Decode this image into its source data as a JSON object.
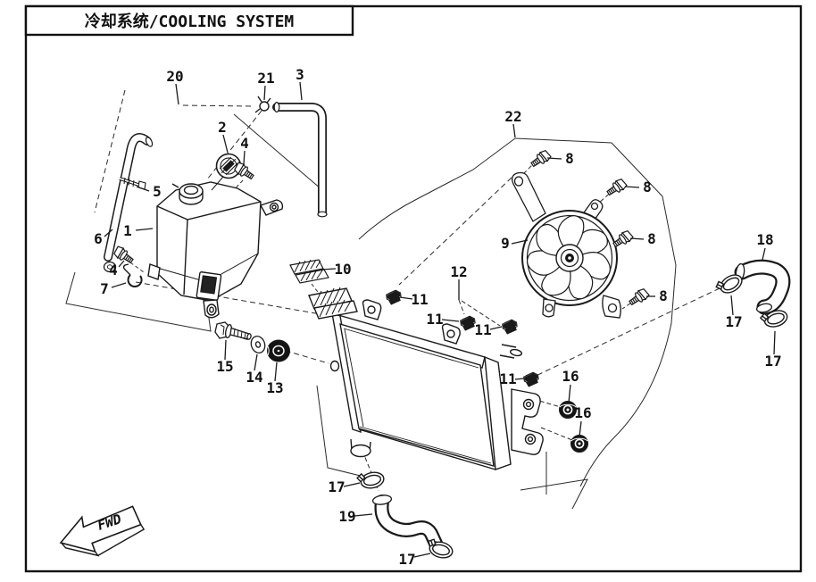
{
  "page": {
    "background": "#ffffff",
    "line_color": "#1a1a1a"
  },
  "title_block": {
    "title": "冷却系统/COOLING SYSTEM"
  },
  "direction_indicator": {
    "label": "FWD"
  },
  "callouts": [
    "20",
    "21",
    "3",
    "2",
    "4",
    "5",
    "1",
    "6",
    "4",
    "7",
    "22",
    "8",
    "8",
    "8",
    "8",
    "9",
    "10",
    "11",
    "12",
    "11",
    "11",
    "11",
    "15",
    "14",
    "13",
    "16",
    "16",
    "18",
    "17",
    "17",
    "17",
    "19",
    "17"
  ]
}
